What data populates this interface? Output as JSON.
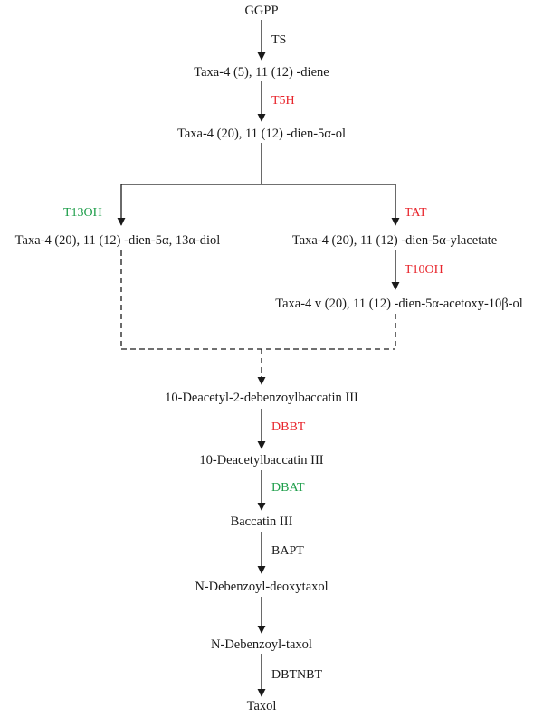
{
  "compounds": {
    "ggpp": "GGPP",
    "taxadiene": "Taxa-4 (5), 11 (12) -diene",
    "taxadienol": "Taxa-4 (20), 11 (12) -dien-5α-ol",
    "diol": "Taxa-4 (20), 11 (12) -dien-5α, 13α-diol",
    "acetate": "Taxa-4 (20), 11 (12) -dien-5α-ylacetate",
    "acetoxy": "Taxa-4 v (20), 11 (12) -dien-5α-acetoxy-10β-ol",
    "deacetyl_debenzoyl": "10-Deacetyl-2-debenzoylbaccatin III",
    "deacetylbaccatin": "10-Deacetylbaccatin III",
    "baccatin": "Baccatin III",
    "debenzoyl_deoxytaxol": "N-Debenzoyl-deoxytaxol",
    "debenzoyl_taxol": "N-Debenzoyl-taxol",
    "taxol": "Taxol"
  },
  "enzymes": {
    "ts": "TS",
    "t5h": "T5H",
    "t13oh": "T13OH",
    "tat": "TAT",
    "t10oh": "T10OH",
    "dbbt": "DBBT",
    "dbat": "DBAT",
    "bapt": "BAPT",
    "dbtnbt": "DBTNBT"
  },
  "colors": {
    "black_enzyme": "#1a1a1a",
    "red_enzyme": "#e8262d",
    "green_enzyme": "#1e9e4a",
    "line": "#1a1a1a"
  }
}
